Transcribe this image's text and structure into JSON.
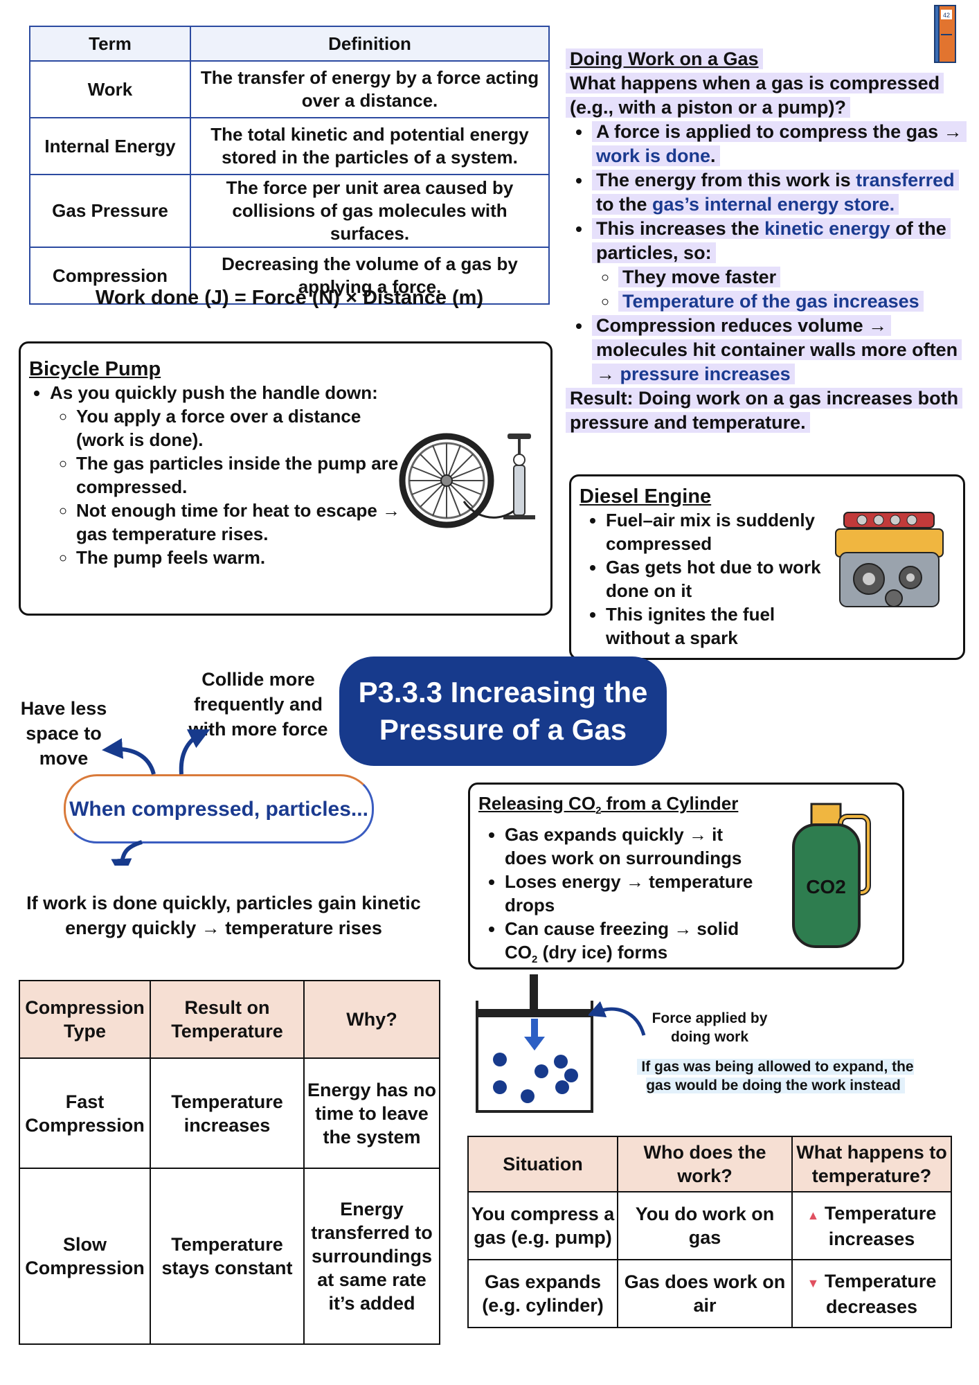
{
  "terms_table": {
    "headers": [
      "Term",
      "Definition"
    ],
    "rows": [
      {
        "term": "Work",
        "definition": "The transfer of energy by a force acting over a distance."
      },
      {
        "term": "Internal Energy",
        "definition": "The total kinetic and potential energy stored in the particles of a system."
      },
      {
        "term": "Gas Pressure",
        "definition": "The force per unit area caused by collisions of gas molecules with surfaces."
      },
      {
        "term": "Compression",
        "definition": "Decreasing the volume of a gas by applying a force."
      }
    ]
  },
  "formula": "Work done (J) = Force (N) × Distance (m)",
  "bicycle_pump": {
    "heading": "Bicycle Pump",
    "intro": "As you quickly push the handle down:",
    "points": [
      "You apply a force over a distance (work is done).",
      "The gas particles inside the pump are compressed.",
      "Not enough time for heat to escape → gas temperature rises.",
      "The pump feels warm."
    ]
  },
  "doing_work": {
    "heading": "Doing Work on a Gas",
    "question": "What happens when a gas is compressed (e.g., with a piston or a pump)?",
    "b1_a": "A force is applied to compress the gas →",
    "b1_b": "work is done",
    "b2_a": "The energy from this work is",
    "b2_b": "transferred",
    "b2_c": "to the",
    "b2_d": "gas’s internal energy store.",
    "b3_a": "This increases the",
    "b3_b": "kinetic energy",
    "b3_c": "of the particles, so:",
    "sub1": "They move faster",
    "sub2": "Temperature of the gas increases",
    "b4_a": "Compression reduces volume → molecules hit container walls more often →",
    "b4_b": "pressure increases",
    "result": "Result: Doing work on a gas increases both pressure and temperature."
  },
  "diesel": {
    "heading": "Diesel Engine",
    "points": [
      "Fuel–air mix is suddenly compressed",
      "Gas gets hot due to work done on it",
      "This ignites the fuel without a spark"
    ]
  },
  "title": "P3.3.3 Increasing the Pressure of a Gas",
  "book_number": "42",
  "compressed": {
    "bubble": "When compressed, particles...",
    "left": "Have less space to move",
    "top": "Collide more frequently and with more force",
    "bottom": "If work is done quickly, particles gain kinetic energy quickly → temperature rises"
  },
  "co2_box": {
    "heading_a": "Releasing CO",
    "heading_sub": "2",
    "heading_b": " from a Cylinder",
    "p1": "Gas expands quickly → it does work on surroundings",
    "p2": "Loses energy → temperature drops",
    "p3_a": "Can cause freezing → solid CO",
    "p3_sub": "2",
    "p3_b": " (dry ice) forms",
    "label": "CO2"
  },
  "piston": {
    "force_note": "Force applied by doing work",
    "expand_note": "If gas was being allowed to expand, the gas would be doing the work instead"
  },
  "compression_table": {
    "headers": [
      "Compression Type",
      "Result on Temperature",
      "Why?"
    ],
    "rows": [
      [
        "Fast Compression",
        "Temperature increases",
        "Energy has no time to leave the system"
      ],
      [
        "Slow Compression",
        "Temperature stays constant",
        "Energy transferred to surroundings at same rate it’s added"
      ]
    ]
  },
  "situation_table": {
    "headers": [
      "Situation",
      "Who does the work?",
      "What happens to temperature?"
    ],
    "rows": [
      [
        "You compress a gas (e.g. pump)",
        "You do work on gas",
        "Temperature increases"
      ],
      [
        "Gas expands (e.g. cylinder)",
        "Gas does work on air",
        "Temperature decreases"
      ]
    ]
  },
  "colors": {
    "navy": "#173a8c",
    "highlight": "#e6e0fb",
    "table_header": "#f6dfd3"
  }
}
